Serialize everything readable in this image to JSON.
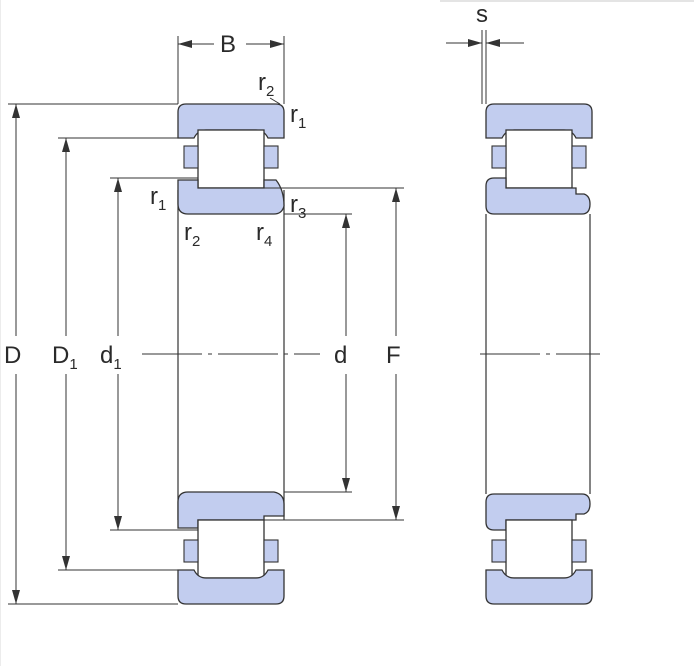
{
  "diagram": {
    "type": "cylindrical roller bearing dimension drawing",
    "colors": {
      "ring_fill": "#c2cdef",
      "outline": "#333333",
      "background": "#ffffff"
    },
    "labels": {
      "B": "B",
      "s": "s",
      "D": "D",
      "D1_main": "D",
      "D1_sub": "1",
      "d1_main": "d",
      "d1_sub": "1",
      "d": "d",
      "F": "F",
      "r1_top_main": "r",
      "r1_top_sub": "1",
      "r2_top_main": "r",
      "r2_top_sub": "2",
      "r1_left_main": "r",
      "r1_left_sub": "1",
      "r2_bottom_main": "r",
      "r2_bottom_sub": "2",
      "r3_main": "r",
      "r3_sub": "3",
      "r4_main": "r",
      "r4_sub": "4"
    }
  }
}
